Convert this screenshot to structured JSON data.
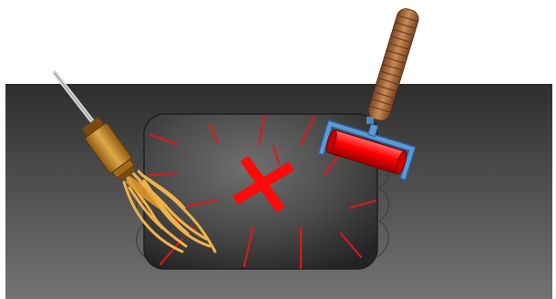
{
  "scene": {
    "background_color": "#ffffff",
    "surface": {
      "name": "surface-block",
      "gradient_top": "#2e2e2e",
      "gradient_bottom": "#737373"
    },
    "cavity": {
      "name": "cavity",
      "gradient_top": "#3c3c3c",
      "gradient_mid": "#6b6b6b",
      "gradient_bottom": "#2a2a2a",
      "outline_color": "#1f1f1f"
    },
    "center_mark": {
      "name": "center-x-mark",
      "color": "#ff0a0a",
      "shape": "x"
    },
    "crack_lines": {
      "color": "#e01818",
      "count": 14
    },
    "heat_torch": {
      "name": "heat-torch",
      "nozzle_color": "#d9d9d9",
      "body_color": "#c08a2a",
      "flame_color": "#f0b34a"
    },
    "paint_roller": {
      "name": "paint-roller",
      "handle_color": "#a9683a",
      "frame_color": "#5b9bd5",
      "roller_color": "#ff0000"
    }
  }
}
